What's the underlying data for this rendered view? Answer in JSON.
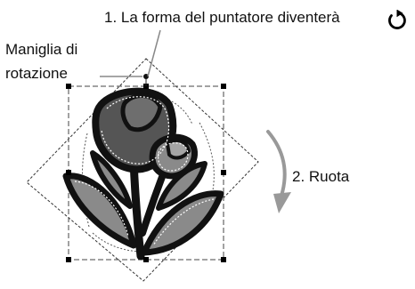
{
  "labels": {
    "step1": "1. La forma del puntatore diventerà",
    "handle_line1": "Maniglia di",
    "handle_line2": "rotazione",
    "step2": "2. Ruota"
  },
  "icons": {
    "pointer": "rotate-pointer-icon",
    "rotation_direction": "curved-arrow-down-icon"
  }
}
